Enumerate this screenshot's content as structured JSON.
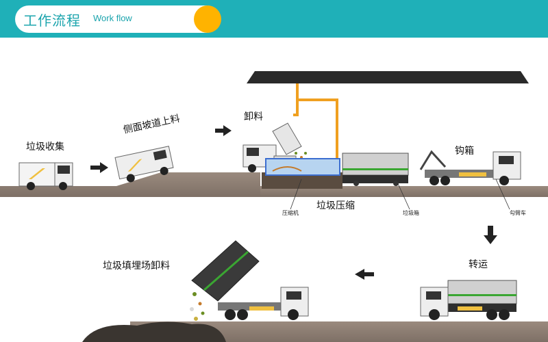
{
  "header": {
    "title_cn": "工作流程",
    "title_en": "Work flow"
  },
  "steps": {
    "collect": "垃圾收集",
    "ramp": "侧面坡道上料",
    "unload": "卸料",
    "hook": "钩箱",
    "compress": "垃圾压缩",
    "transport": "转运",
    "landfill": "垃圾填埋场卸料"
  },
  "parts": {
    "compactor": "压缩机",
    "container": "垃圾箱",
    "hook_truck": "勾臂车"
  },
  "colors": {
    "accent": "#1fb0b8",
    "dot": "#ffb300",
    "pipe": "#f0a020",
    "container_green": "#3aa632",
    "container_blue": "#3c6ed0"
  }
}
